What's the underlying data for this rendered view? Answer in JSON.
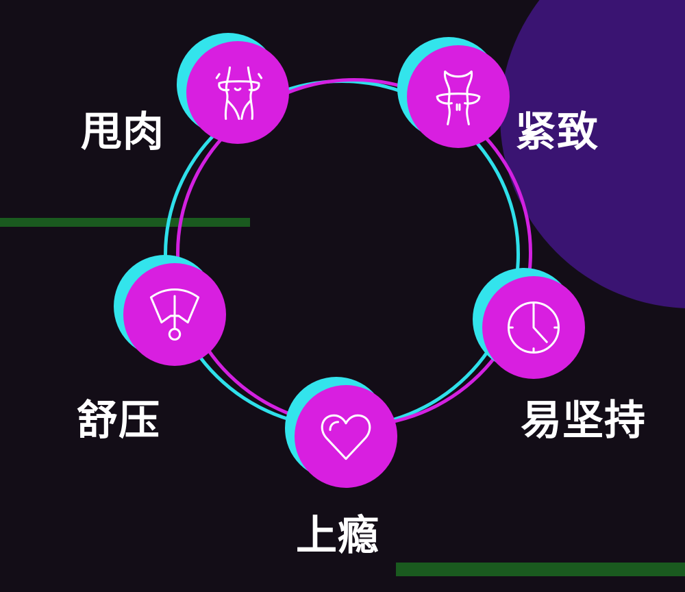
{
  "colors": {
    "background": "#130d17",
    "purple_blob": "#3a1472",
    "green_bar": "#1a5a1f",
    "ring_cyan": "#2fe0ea",
    "ring_magenta": "#d321e1",
    "node_fill": "#d81fe0",
    "node_shadow": "#33e4ec",
    "text": "#ffffff"
  },
  "nodes": [
    {
      "label": "甩肉",
      "icon": "waist-shaping-icon"
    },
    {
      "label": "紧致",
      "icon": "body-measuring-icon"
    },
    {
      "label": "易坚持",
      "icon": "clock-icon"
    },
    {
      "label": "上瘾",
      "icon": "heart-icon"
    },
    {
      "label": "舒压",
      "icon": "scale-icon"
    }
  ]
}
